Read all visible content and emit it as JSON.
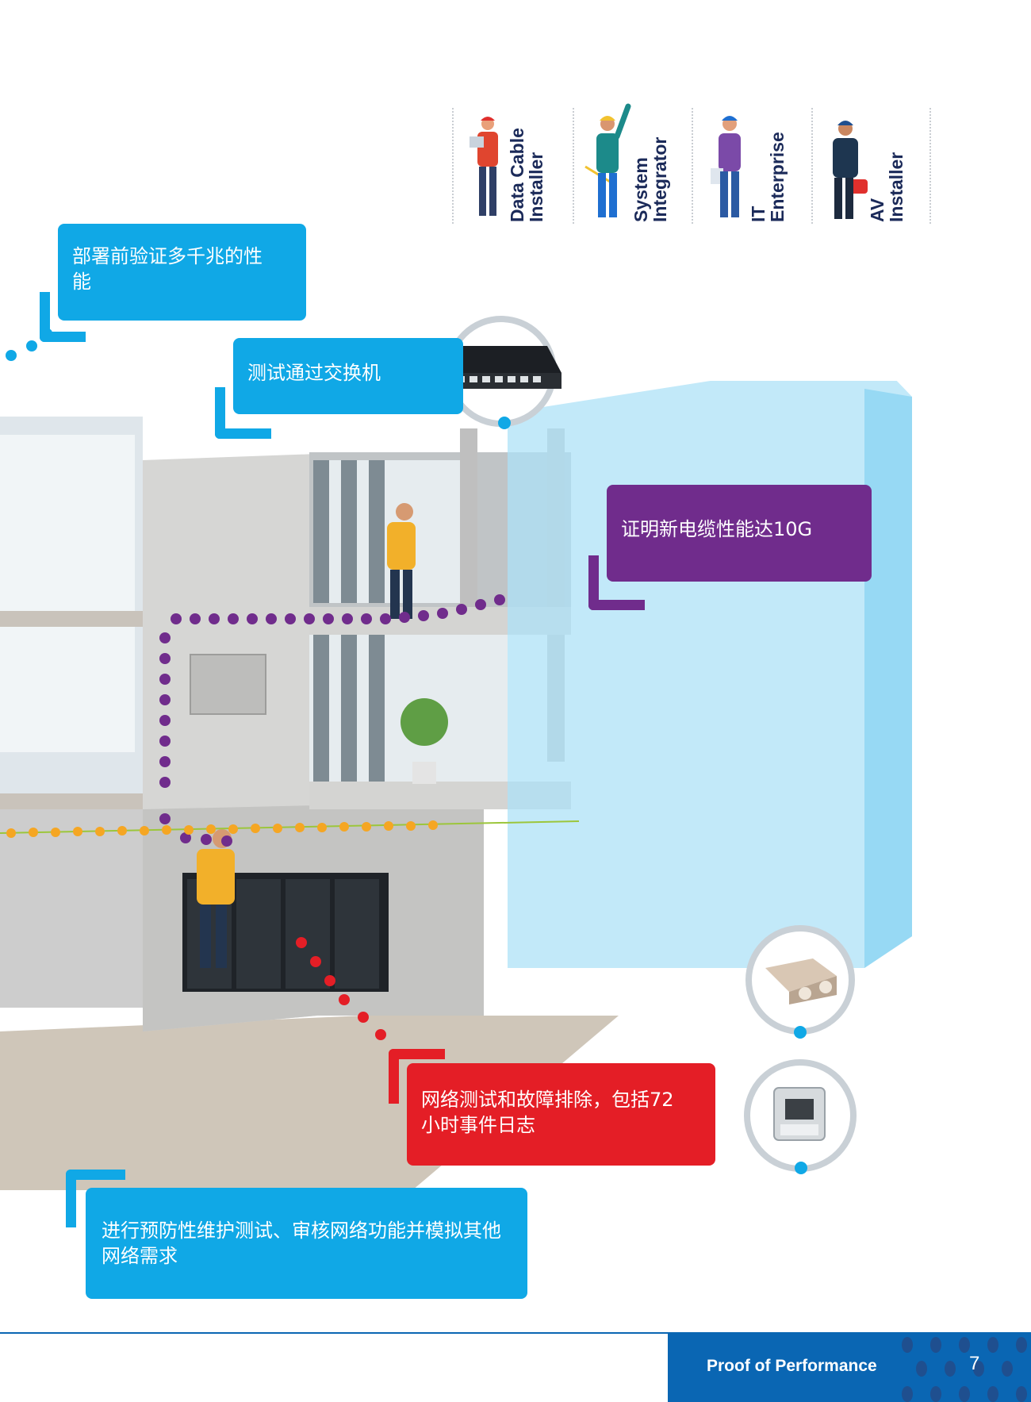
{
  "roles": [
    {
      "line1": "Data Cable",
      "line2": "Installer",
      "icon": "data-cable-installer-figure"
    },
    {
      "line1": "System",
      "line2": "Integrator",
      "icon": "system-integrator-figure"
    },
    {
      "line1": "IT",
      "line2": "Enterprise",
      "icon": "it-enterprise-figure"
    },
    {
      "line1": "AV",
      "line2": "Installer",
      "icon": "av-installer-figure"
    }
  ],
  "callouts": {
    "verify_multigig": {
      "line1": "部署前验证多千兆的性",
      "line2": "能",
      "color": "#10a8e6"
    },
    "test_switch": {
      "line1": "测试通过交换机",
      "color": "#10a8e6"
    },
    "prove_10g": {
      "line1": "证明新电缆性能达10G",
      "color": "#702c8c"
    },
    "troubleshoot": {
      "line1": "网络测试和故障排除，包括72",
      "line2": "小时事件日志",
      "color": "#e41e26"
    },
    "preventive": {
      "line1": "进行预防性维护测试、审核网络功能并模拟其他",
      "line2": "网络需求",
      "color": "#10a8e6"
    }
  },
  "products": [
    "network-switch",
    "lc-fiber-connector",
    "rj45-keystone-jack"
  ],
  "footer": {
    "title": "Proof of Performance",
    "page": "7"
  },
  "colors": {
    "brand_blue": "#0a66b3",
    "cyan": "#10a8e6",
    "purple": "#702c8c",
    "red": "#e41e26",
    "orange": "#f5a623"
  }
}
